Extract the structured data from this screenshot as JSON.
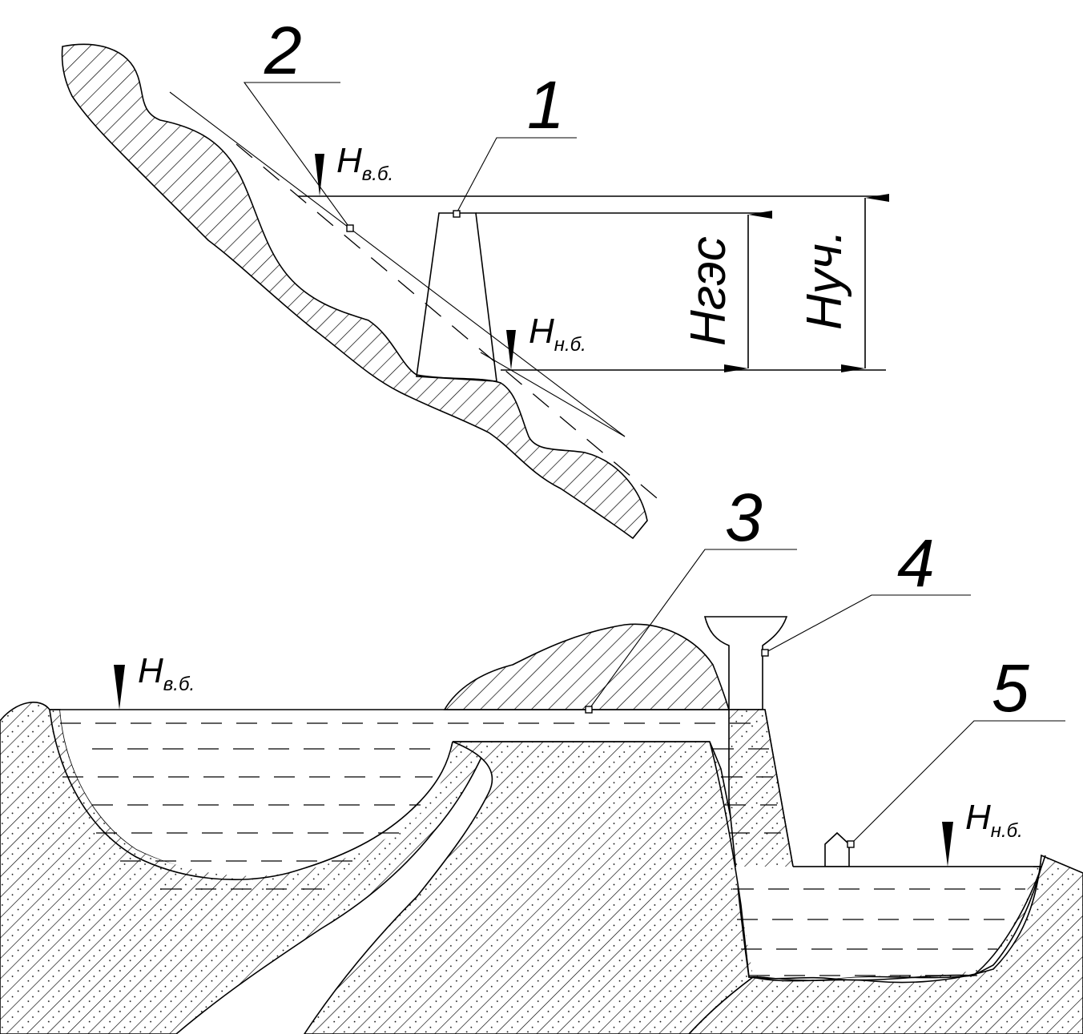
{
  "labels": {
    "n1": "1",
    "n2": "2",
    "n3": "3",
    "n4": "4",
    "n5": "5"
  },
  "top_scheme": {
    "upper_level": {
      "main": "H",
      "sub": "в.б."
    },
    "lower_level": {
      "main": "H",
      "sub": "н.б."
    },
    "head_hpp": "Hгэс",
    "head_site": "Hуч."
  },
  "bottom_scheme": {
    "upper_level": {
      "main": "H",
      "sub": "в.б."
    },
    "lower_level": {
      "main": "H",
      "sub": "н.б."
    }
  },
  "colors": {
    "ink": "#000000",
    "paper": "#ffffff"
  }
}
